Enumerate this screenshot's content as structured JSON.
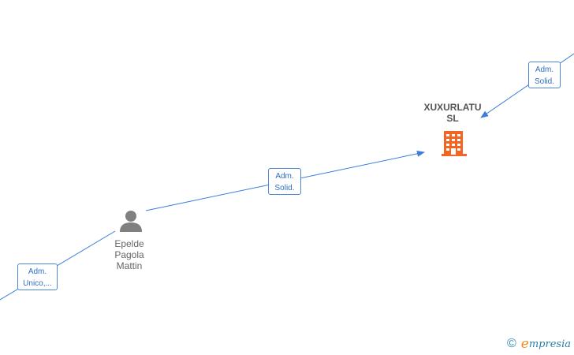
{
  "nodes": {
    "company": {
      "line1": "XUXURLATU",
      "line2": "SL",
      "color": "#f26522",
      "icon": "building-icon"
    },
    "person": {
      "line1": "Epelde",
      "line2": "Pagola",
      "line3": "Mattin",
      "color": "#808080",
      "icon": "person-icon"
    }
  },
  "edges": {
    "top_right": {
      "line1": "Adm.",
      "line2": "Solid."
    },
    "middle": {
      "line1": "Adm.",
      "line2": "Solid."
    },
    "bottom_left": {
      "line1": "Adm.",
      "line2": "Unico,..."
    }
  },
  "colors": {
    "edge": "#3b7dd8"
  },
  "footer": {
    "copyright": "©",
    "brand_initial": "e",
    "brand_rest": "mpresia"
  }
}
